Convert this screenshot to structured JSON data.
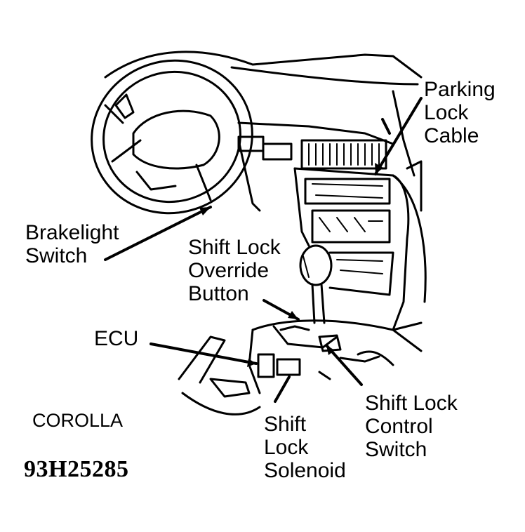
{
  "labels": {
    "parking_lock_cable": [
      "Parking",
      "Lock",
      "Cable"
    ],
    "brakelight_switch": [
      "Brakelight",
      "Switch"
    ],
    "shift_lock_override_button": [
      "Shift Lock",
      "Override",
      "Button"
    ],
    "ecu": [
      "ECU"
    ],
    "shift_lock_control_switch": [
      "Shift Lock",
      "Control",
      "Switch"
    ],
    "shift_lock_solenoid": [
      "Shift",
      "Lock",
      "Solenoid"
    ]
  },
  "model": "COROLLA",
  "figure_id": "93H25285",
  "colors": {
    "ink": "#000000",
    "paper": "#ffffff"
  }
}
